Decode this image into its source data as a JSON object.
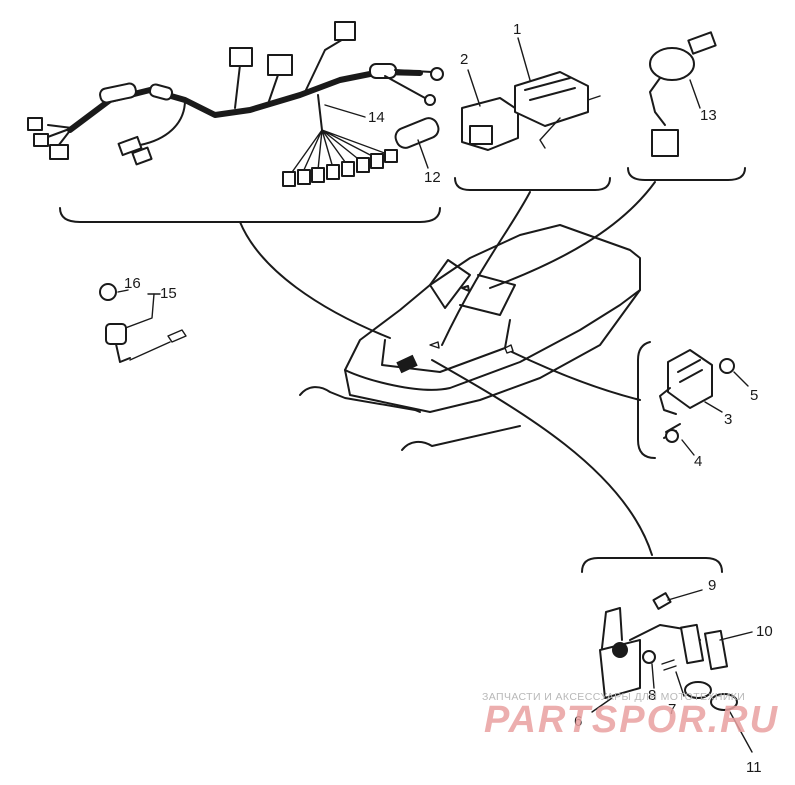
{
  "callouts": [
    {
      "id": "1",
      "label": "1"
    },
    {
      "id": "2",
      "label": "2"
    },
    {
      "id": "3",
      "label": "3"
    },
    {
      "id": "4",
      "label": "4"
    },
    {
      "id": "5",
      "label": "5"
    },
    {
      "id": "6",
      "label": "6"
    },
    {
      "id": "7",
      "label": "7"
    },
    {
      "id": "8",
      "label": "8"
    },
    {
      "id": "9",
      "label": "9"
    },
    {
      "id": "10",
      "label": "10"
    },
    {
      "id": "11",
      "label": "11"
    },
    {
      "id": "12",
      "label": "12"
    },
    {
      "id": "13",
      "label": "13"
    },
    {
      "id": "14",
      "label": "14"
    },
    {
      "id": "15",
      "label": "15"
    },
    {
      "id": "16",
      "label": "16"
    }
  ],
  "watermark": {
    "tagline": "ЗАПЧАСТИ И АКСЕССУАРЫ ДЛЯ МОТОТЕХНИКИ",
    "brand": "PARTSPOR.RU"
  }
}
